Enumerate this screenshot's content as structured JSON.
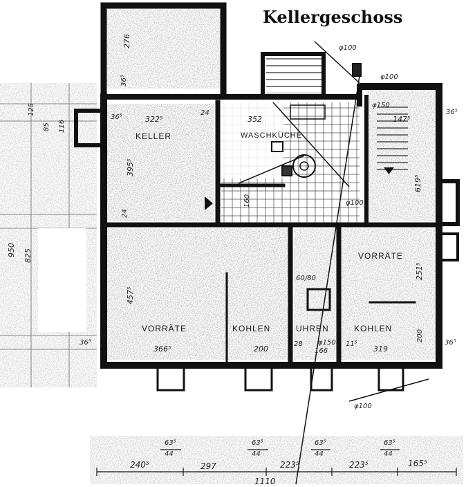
{
  "title": "Kellergeschoss",
  "rooms": {
    "keller": "KELLER",
    "waschkueche": "WASCHKÜCHE",
    "vorraete_left": "VORRÄTE",
    "kohlen_left": "KOHLEN",
    "uhren": "UHREN",
    "kohlen_right": "KOHLEN",
    "vorraete_right": "VORRÄTE"
  },
  "annotations": {
    "phi100_top": "φ100",
    "phi100_top2": "φ100",
    "phi150_top": "φ150",
    "phi100_mid": "φ100",
    "phi150_bottom": "φ150",
    "phi100_bottom": "φ100",
    "shaft": "60/80"
  },
  "dims": {
    "d_322": "322⁵",
    "d_352": "352",
    "d_147": "147⁵",
    "d_276": "276",
    "d_365a": "36⁵",
    "d_365b": "36⁵",
    "d_365c": "36⁵",
    "d_365d": "36⁵",
    "d_365e": "36⁵",
    "d_24a": "24",
    "d_24b": "24",
    "d_125": "125",
    "d_395": "395⁵",
    "d_619": "619⁵",
    "d_457": "457⁵",
    "d_251": "251⁵",
    "d_200v": "200",
    "d_950": "950",
    "d_825": "825",
    "d_366": "366⁵",
    "d_200": "200",
    "d_28": "28",
    "d_166": "166",
    "d_115": "11⁵",
    "d_319": "319",
    "d_240": "240⁵",
    "d_297": "297",
    "d_223a": "223⁵",
    "d_223b": "223⁵",
    "d_165": "165⁵",
    "d_1110": "1110",
    "d_63a": "63⁵",
    "d_44a": "44",
    "d_63b": "63⁵",
    "d_44b": "44",
    "d_63c": "63⁵",
    "d_44c": "44",
    "d_63d": "63⁵",
    "d_44d": "44",
    "d_160": "160",
    "d_85": "85",
    "d_116": "116"
  }
}
